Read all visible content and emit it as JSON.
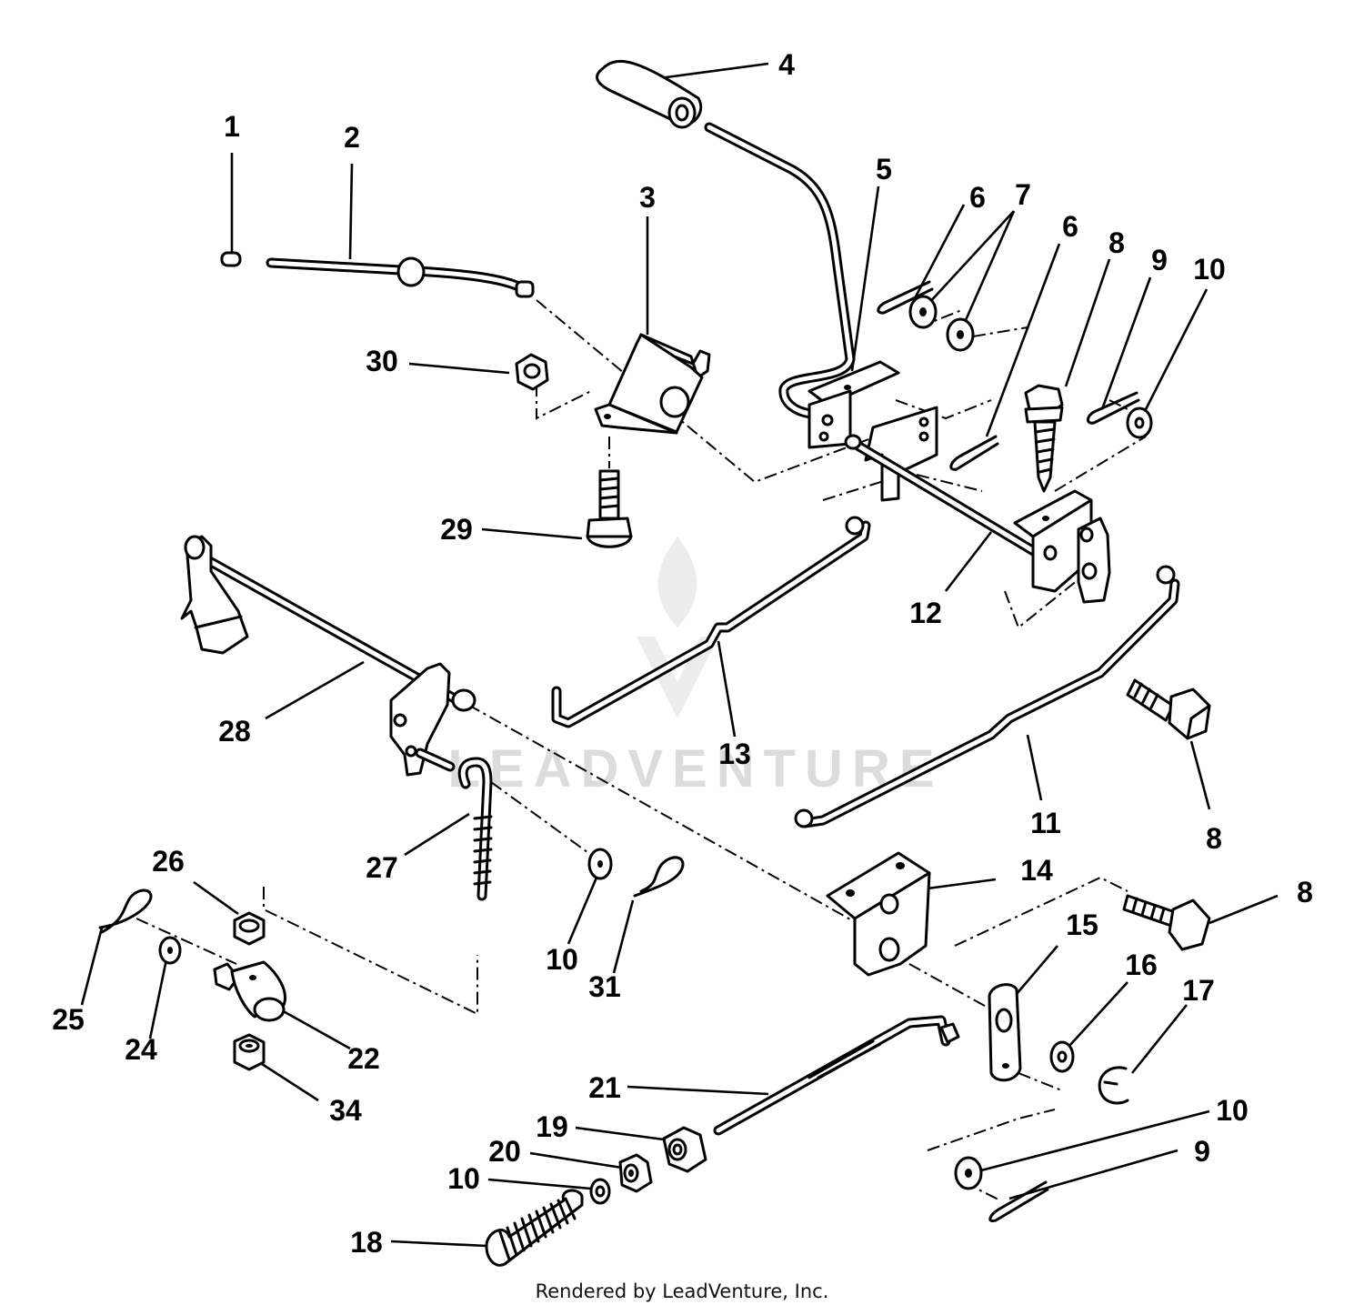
{
  "watermark": {
    "text": "LEADVENTURE"
  },
  "footer": {
    "credit": "Rendered by LeadVenture, Inc."
  },
  "callouts": [
    {
      "id": "c1",
      "label": "1"
    },
    {
      "id": "c2",
      "label": "2"
    },
    {
      "id": "c3",
      "label": "3"
    },
    {
      "id": "c4",
      "label": "4"
    },
    {
      "id": "c5",
      "label": "5"
    },
    {
      "id": "c6a",
      "label": "6"
    },
    {
      "id": "c7",
      "label": "7"
    },
    {
      "id": "c6b",
      "label": "6"
    },
    {
      "id": "c8a",
      "label": "8"
    },
    {
      "id": "c9a",
      "label": "9"
    },
    {
      "id": "c10a",
      "label": "10"
    },
    {
      "id": "c30",
      "label": "30"
    },
    {
      "id": "c29",
      "label": "29"
    },
    {
      "id": "c12",
      "label": "12"
    },
    {
      "id": "c13",
      "label": "13"
    },
    {
      "id": "c28",
      "label": "28"
    },
    {
      "id": "c11",
      "label": "11"
    },
    {
      "id": "c8b",
      "label": "8"
    },
    {
      "id": "c26",
      "label": "26"
    },
    {
      "id": "c27",
      "label": "27"
    },
    {
      "id": "c14",
      "label": "14"
    },
    {
      "id": "c8c",
      "label": "8"
    },
    {
      "id": "c25",
      "label": "25"
    },
    {
      "id": "c24",
      "label": "24"
    },
    {
      "id": "c10b",
      "label": "10"
    },
    {
      "id": "c31",
      "label": "31"
    },
    {
      "id": "c15",
      "label": "15"
    },
    {
      "id": "c16",
      "label": "16"
    },
    {
      "id": "c17",
      "label": "17"
    },
    {
      "id": "c22",
      "label": "22"
    },
    {
      "id": "c34",
      "label": "34"
    },
    {
      "id": "c21",
      "label": "21"
    },
    {
      "id": "c19",
      "label": "19"
    },
    {
      "id": "c20",
      "label": "20"
    },
    {
      "id": "c10c",
      "label": "10"
    },
    {
      "id": "c10d",
      "label": "10"
    },
    {
      "id": "c9b",
      "label": "9"
    },
    {
      "id": "c18",
      "label": "18"
    }
  ]
}
